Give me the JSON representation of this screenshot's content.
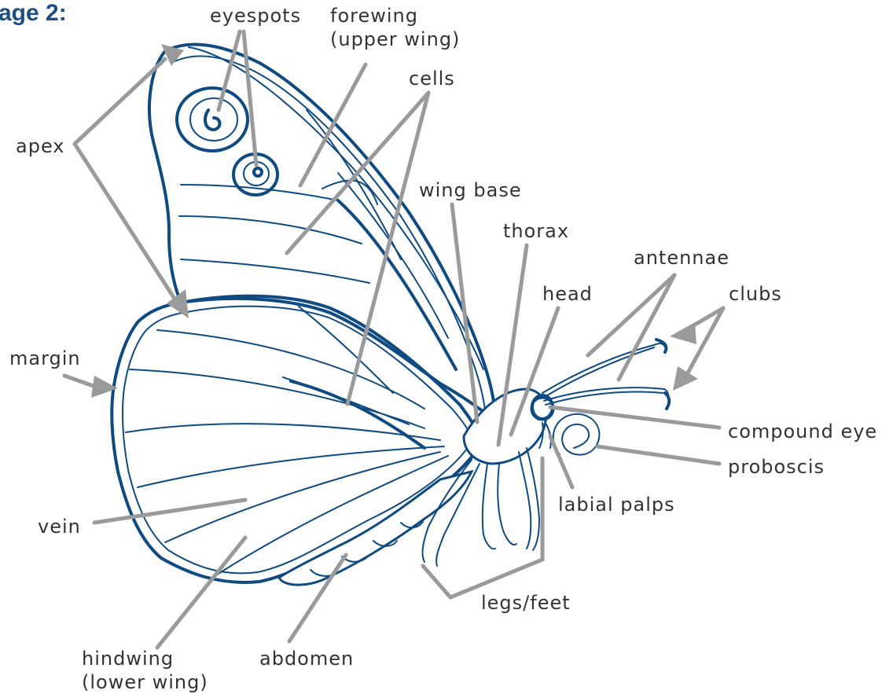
{
  "title_fragment": "age 2:",
  "labels": {
    "eyespots": "eyespots",
    "forewing_1": "forewing",
    "forewing_2": "(upper wing)",
    "cells": "cells",
    "apex": "apex",
    "wing_base": "wing base",
    "thorax": "thorax",
    "antennae": "antennae",
    "head": "head",
    "clubs": "clubs",
    "margin": "margin",
    "compound_eye": "compound eye",
    "proboscis": "proboscis",
    "labial_palps": "labial palps",
    "vein": "vein",
    "legs_feet": "legs/feet",
    "hindwing_1": "hindwing",
    "hindwing_2": "(lower wing)",
    "abdomen": "abdomen"
  },
  "colors": {
    "outline": "#0f4a80",
    "leader_line": "#9a9a9a",
    "text": "#333333",
    "title": "#1d4f86"
  }
}
